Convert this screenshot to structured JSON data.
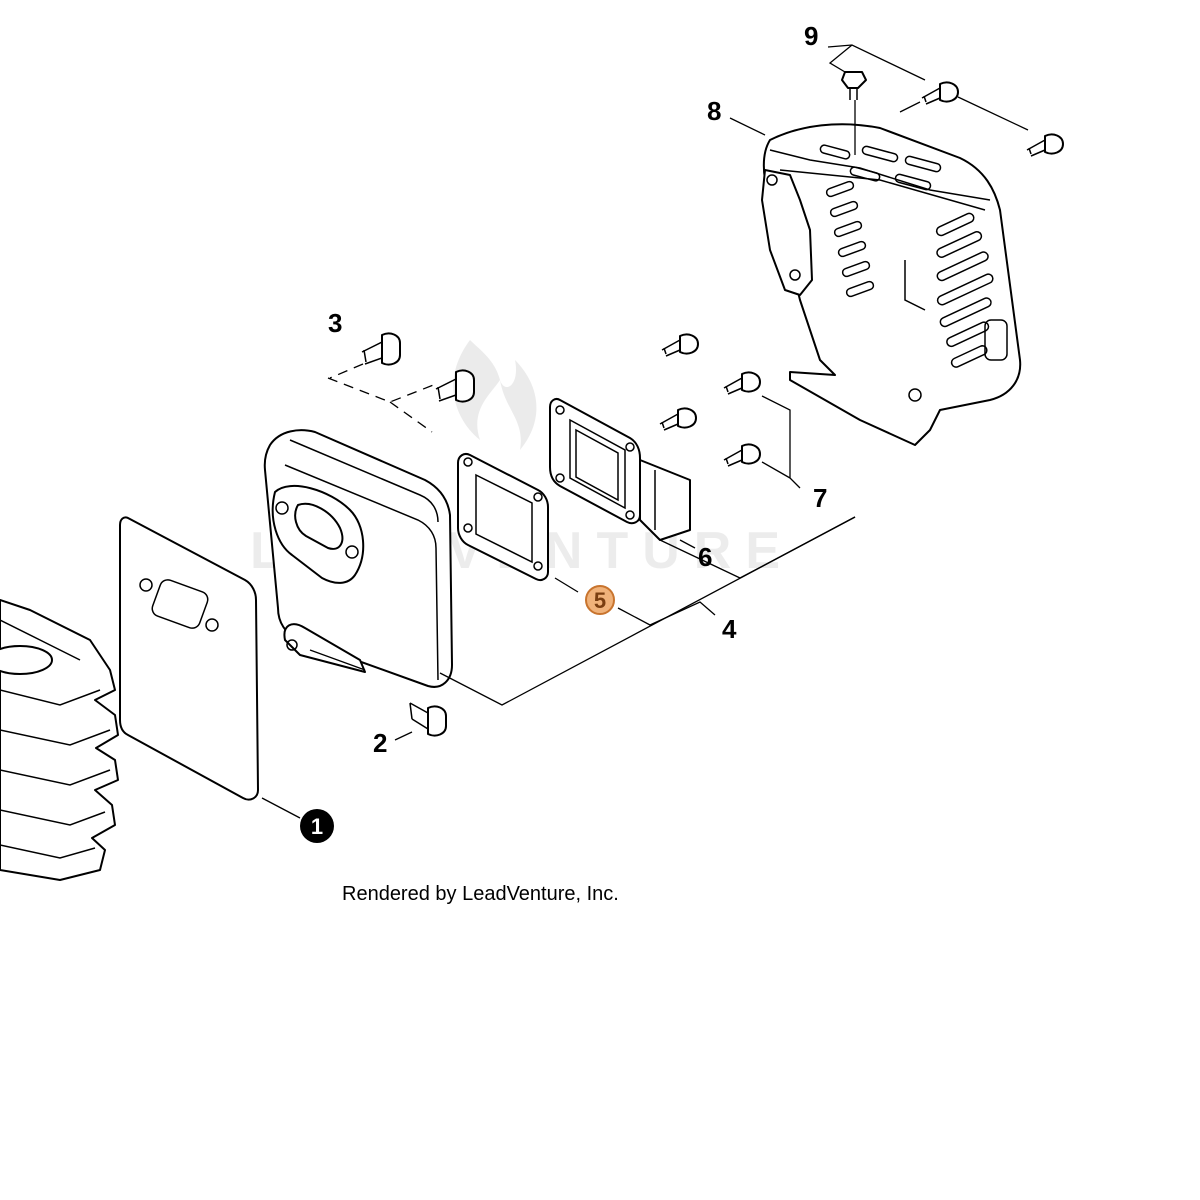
{
  "credit": "Rendered by LeadVenture, Inc.",
  "watermark": "LEADVENTURE",
  "colors": {
    "line": "#000000",
    "highlight_fill": "#f0b27a",
    "highlight_stroke": "#c8742e",
    "dark_circle": "#000000"
  },
  "callouts": {
    "c1": "1",
    "c2": "2",
    "c3": "3",
    "c4": "4",
    "c5": "5",
    "c6": "6",
    "c7": "7",
    "c8": "8",
    "c9": "9"
  },
  "highlighted_part": "5"
}
